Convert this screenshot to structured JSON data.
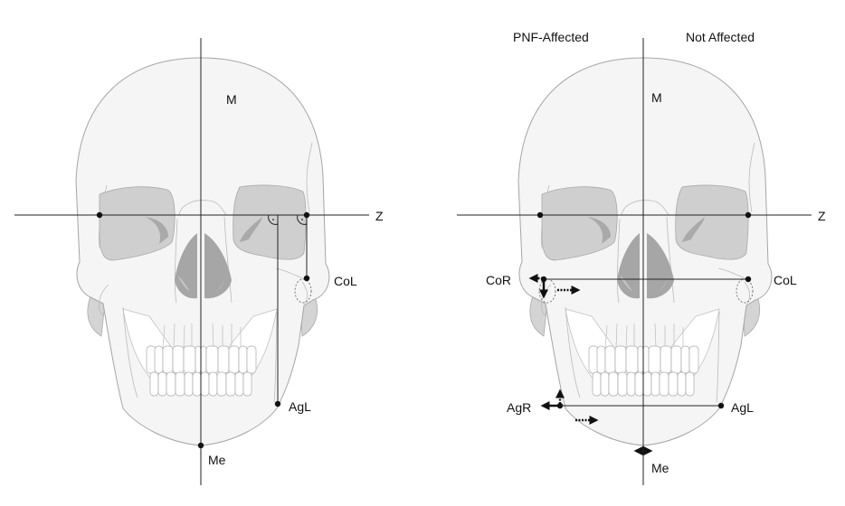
{
  "left_panel": {
    "labels": {
      "M": "M",
      "Z": "Z",
      "CoL": "CoL",
      "AgL": "AgL",
      "Me": "Me"
    }
  },
  "right_panel": {
    "headers": {
      "affected": "PNF-Affected",
      "not_affected": "Not Affected"
    },
    "labels": {
      "M": "M",
      "Z": "Z",
      "CoR": "CoR",
      "CoL": "CoL",
      "AgR": "AgR",
      "AgL": "AgL",
      "Me": "Me"
    }
  },
  "colors": {
    "skull": "#f5f5f5",
    "outline": "#9a9a9a",
    "orbit": "#cfcfcf",
    "nasal": "#a8a8a8",
    "line": "#222222"
  }
}
